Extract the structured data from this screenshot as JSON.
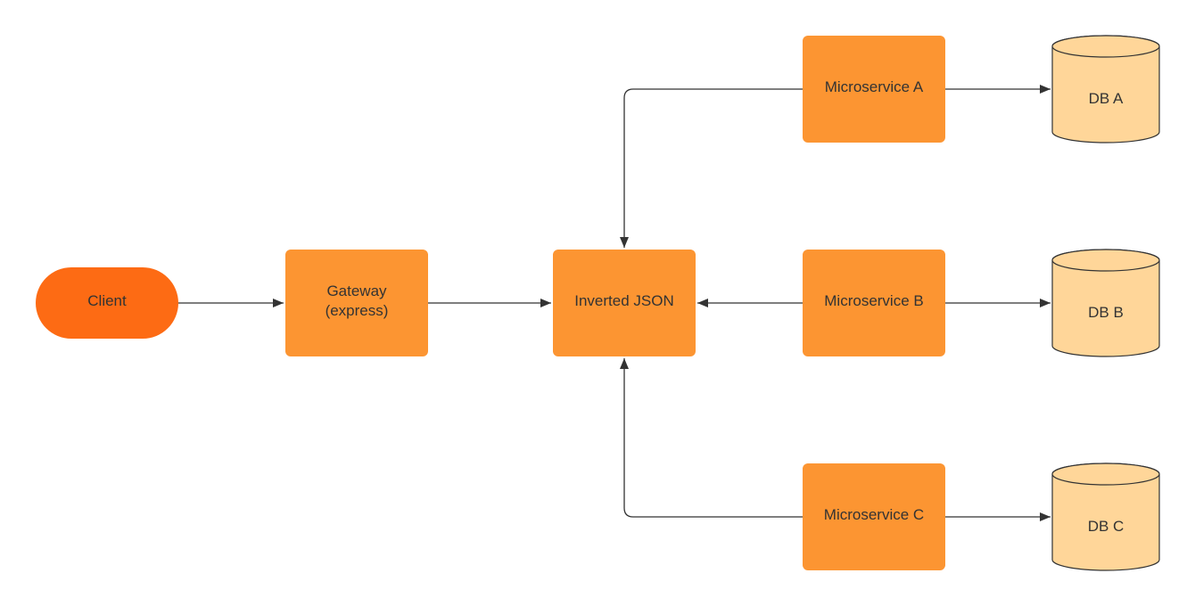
{
  "colors": {
    "client": "#FD6B14",
    "service": "#FC9532",
    "database": "#FFD699",
    "database_stroke": "#333333",
    "edge": "#333333",
    "text": "#333333"
  },
  "nodes": {
    "client": {
      "label": "Client"
    },
    "gateway": {
      "line1": "Gateway",
      "line2": "(express)"
    },
    "inverted_json": {
      "label": "Inverted JSON"
    },
    "microservice_a": {
      "label": "Microservice A"
    },
    "microservice_b": {
      "label": "Microservice B"
    },
    "microservice_c": {
      "label": "Microservice C"
    },
    "db_a": {
      "label": "DB A"
    },
    "db_b": {
      "label": "DB B"
    },
    "db_c": {
      "label": "DB C"
    }
  },
  "edges": [
    {
      "from": "client",
      "to": "gateway"
    },
    {
      "from": "gateway",
      "to": "inverted_json"
    },
    {
      "from": "microservice_a",
      "to": "inverted_json"
    },
    {
      "from": "microservice_b",
      "to": "inverted_json"
    },
    {
      "from": "microservice_c",
      "to": "inverted_json"
    },
    {
      "from": "microservice_a",
      "to": "db_a"
    },
    {
      "from": "microservice_b",
      "to": "db_b"
    },
    {
      "from": "microservice_c",
      "to": "db_c"
    }
  ]
}
